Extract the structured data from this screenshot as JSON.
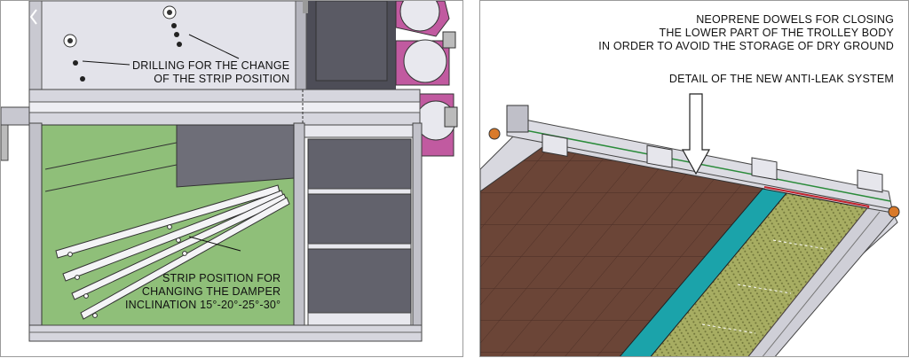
{
  "left": {
    "drilling_note": {
      "line1": "DRILLING FOR THE CHANGE",
      "line2": "OF THE STRIP POSITION"
    },
    "strip_note": {
      "line1": "STRIP POSITION FOR",
      "line2": "CHANGING THE DAMPER",
      "line3": "INCLINATION 15°-20°-25°-30°"
    }
  },
  "right": {
    "dowels_note": {
      "line1": "NEOPRENE DOWELS FOR CLOSING",
      "line2": "THE LOWER PART OF THE TROLLEY BODY",
      "line3": "IN ORDER TO AVOID THE STORAGE OF DRY GROUND"
    },
    "detail_title": "DETAIL OF THE NEW ANTI-LEAK SYSTEM"
  },
  "colors": {
    "green_panel": "#8fbf79",
    "gray_panel": "#6e6e78",
    "brown_mat": "#6b4537",
    "teal_strip": "#1ba3aa",
    "mesh_strip": "#a7ad62",
    "magenta_part": "#c15aa0"
  }
}
